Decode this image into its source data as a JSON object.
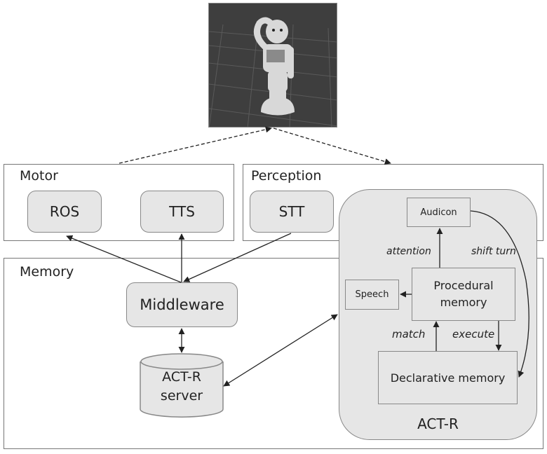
{
  "robot": {
    "image": "pepper-robot-simulation",
    "description": "Humanoid robot in 3D grid simulation"
  },
  "panels": {
    "motor": {
      "title": "Motor",
      "nodes": [
        "ROS",
        "TTS"
      ]
    },
    "perception": {
      "title": "Perception",
      "nodes": [
        "STT"
      ]
    },
    "memory": {
      "title": "Memory",
      "nodes": [
        "Middleware",
        "ACT-R server"
      ]
    }
  },
  "nodes": {
    "ros": "ROS",
    "tts": "TTS",
    "stt": "STT",
    "middleware": "Middleware",
    "actr_server_line1": "ACT-R",
    "actr_server_line2": "server"
  },
  "actr": {
    "title": "ACT-R",
    "audicon": "Audicon",
    "speech": "Speech",
    "procedural_line1": "Procedural",
    "procedural_line2": "memory",
    "declarative": "Declarative memory",
    "labels": {
      "attention": "attention",
      "shift_turn": "shift turn",
      "match": "match",
      "execute": "execute"
    }
  },
  "colors": {
    "node_fill": "#e6e6e6",
    "node_border": "#888888",
    "robot_bg": "#3e3e3e",
    "line": "#222222"
  }
}
